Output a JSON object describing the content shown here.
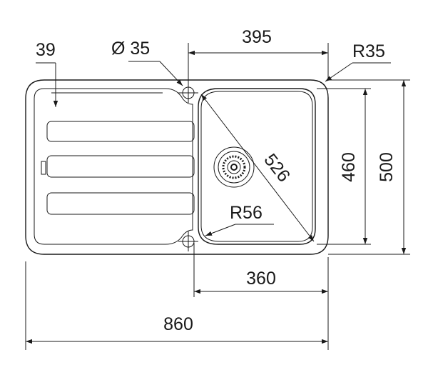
{
  "drawing": {
    "title": "",
    "dimensions": {
      "overall_width": "860",
      "bowl_width_top": "395",
      "bowl_width_bottom": "360",
      "overall_depth": "500",
      "bowl_depth": "460",
      "bowl_diagonal": "526",
      "drainer_offset": "39",
      "tap_hole_diameter": "Ø 35",
      "outer_corner_radius": "R35",
      "bowl_corner_radius": "R56"
    },
    "colors": {
      "line": "#1a1a1a",
      "background": "#ffffff"
    }
  }
}
